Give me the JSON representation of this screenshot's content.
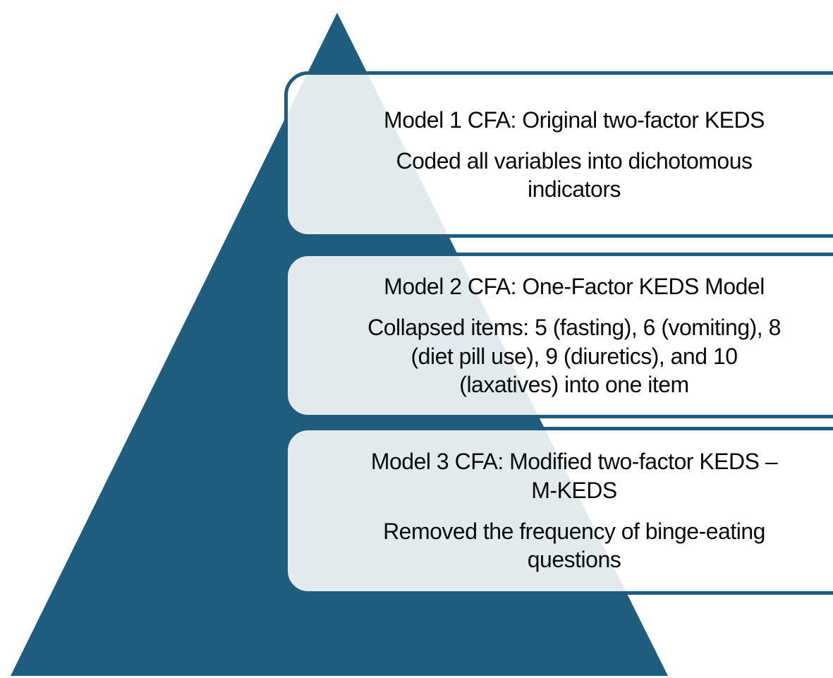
{
  "colors": {
    "pyramid_fill": "#1f5d7e",
    "box_border": "#1f5d7e",
    "box_fill": "rgba(255,255,255,0.87)",
    "pyramid_tint_through_box": "#e2eaef",
    "text": "#0b0b0b",
    "background": "#ffffff"
  },
  "pyramid": {
    "shape": "triangle",
    "apex": [
      478,
      18
    ],
    "base_left": [
      15,
      958
    ],
    "base_right": [
      947,
      958
    ]
  },
  "boxes": [
    {
      "heading": "Model 1 CFA: Original two-factor KEDS",
      "body": "Coded all variables into dichotomous\nindicators"
    },
    {
      "heading": "Model 2 CFA: One-Factor KEDS Model",
      "body": "Collapsed items: 5 (fasting), 6 (vomiting), 8\n(diet pill use), 9 (diuretics), and 10\n(laxatives)  into one item"
    },
    {
      "heading": "Model 3 CFA: Modified two-factor KEDS –\nM-KEDS",
      "body": "Removed the frequency of binge-eating\nquestions"
    }
  ]
}
